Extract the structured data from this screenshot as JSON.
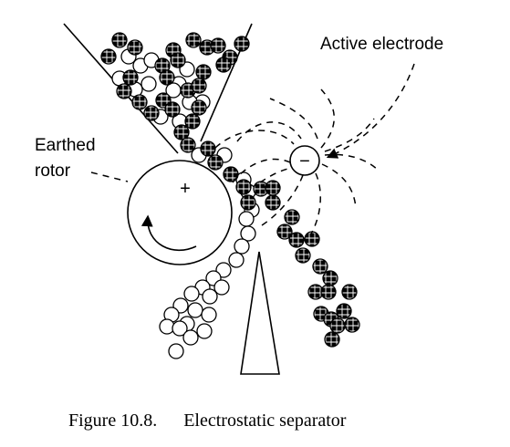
{
  "labels": {
    "active_electrode": "Active electrode",
    "earthed_rotor_line1": "Earthed",
    "earthed_rotor_line2": "rotor",
    "rotor_sign": "+",
    "electrode_sign": "−"
  },
  "caption": {
    "figure_number": "Figure 10.8.",
    "title": "Electrostatic separator"
  },
  "colors": {
    "ink": "#000000",
    "background": "#ffffff"
  }
}
